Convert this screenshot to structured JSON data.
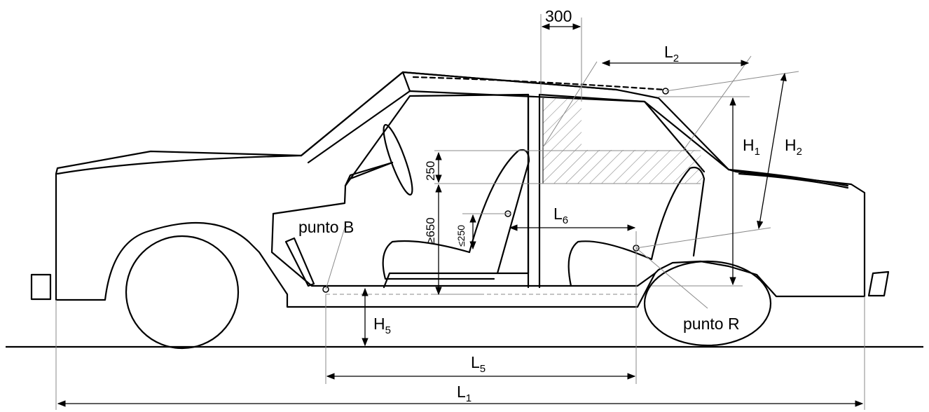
{
  "labels": {
    "dim_300": "300",
    "L2": {
      "main": "L",
      "sub": "2"
    },
    "H1": {
      "main": "H",
      "sub": "1"
    },
    "H2": {
      "main": "H",
      "sub": "2"
    },
    "dim_250_upper": "250",
    "dim_650": "≥650",
    "dim_250_lower": "≤250",
    "L6": {
      "main": "L",
      "sub": "6"
    },
    "punto_B": "punto B",
    "punto_R": "punto R",
    "H5": {
      "main": "H",
      "sub": "5"
    },
    "L5": {
      "main": "L",
      "sub": "5"
    },
    "L1": {
      "main": "L",
      "sub": "1"
    }
  }
}
